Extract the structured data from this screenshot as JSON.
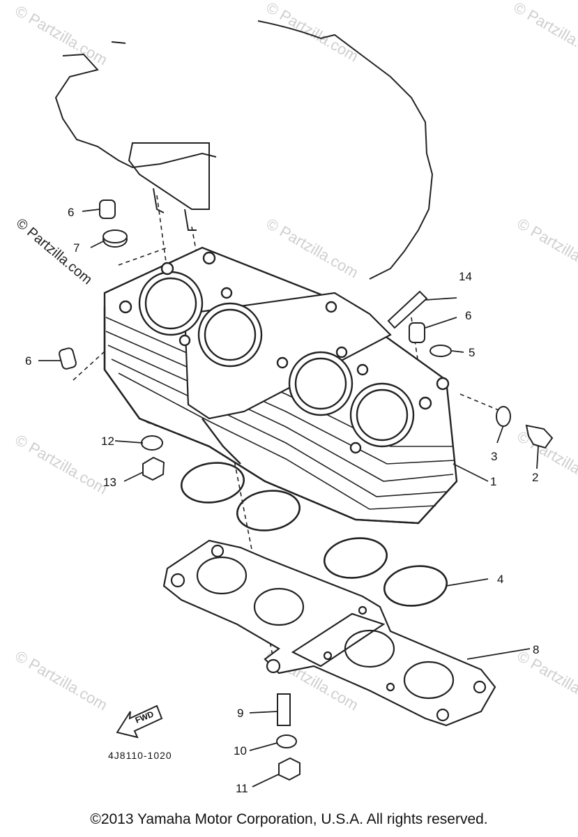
{
  "watermark": "© Partzilla.com",
  "side_watermark": "© Partzilla.com",
  "fwd_label": "FWD",
  "part_code": "4J8110-1020",
  "copyright": "©2013 Yamaha Motor Corporation, U.S.A. All rights reserved.",
  "callouts": {
    "c1": "1",
    "c2": "2",
    "c3": "3",
    "c4": "4",
    "c5": "5",
    "c6a": "6",
    "c6b": "6",
    "c6c": "6",
    "c7": "7",
    "c8": "8",
    "c9": "9",
    "c10": "10",
    "c11": "11",
    "c12": "12",
    "c13": "13",
    "c14": "14"
  }
}
